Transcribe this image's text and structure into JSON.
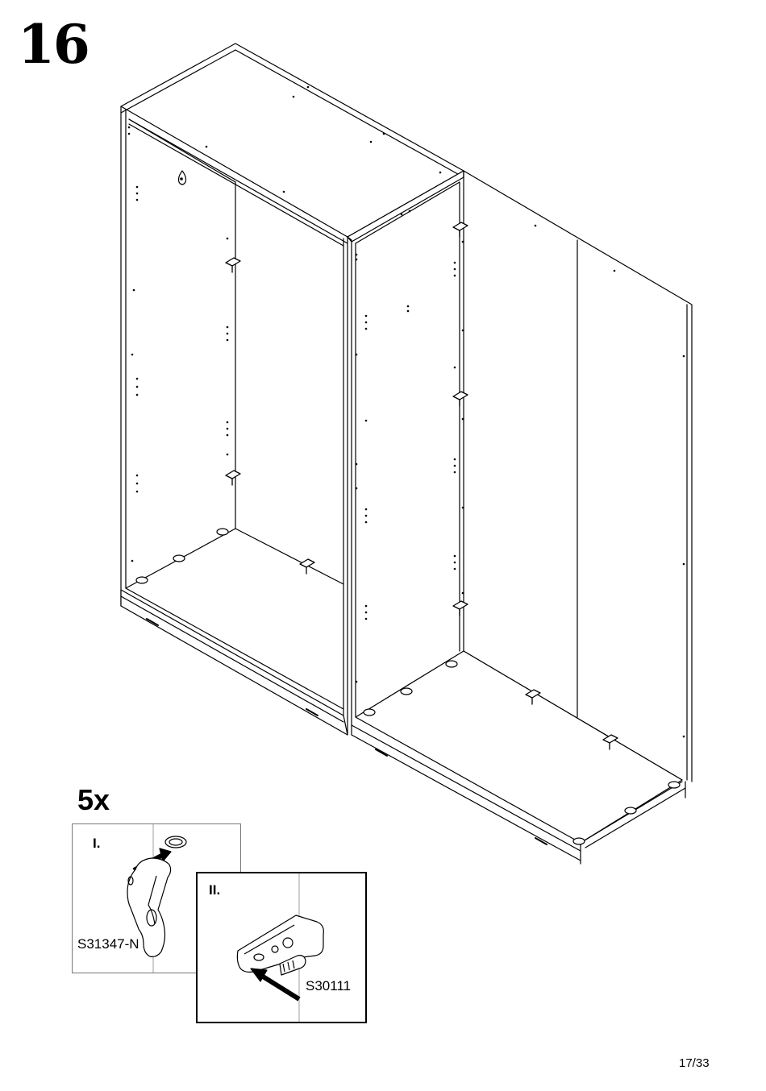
{
  "step": {
    "number": "16"
  },
  "fitting": {
    "quantity": "5x"
  },
  "details": [
    {
      "label": "I.",
      "part_code": "S31347-N"
    },
    {
      "label": "II.",
      "part_code": "S30111"
    }
  ],
  "footer": {
    "page": "17/33"
  }
}
